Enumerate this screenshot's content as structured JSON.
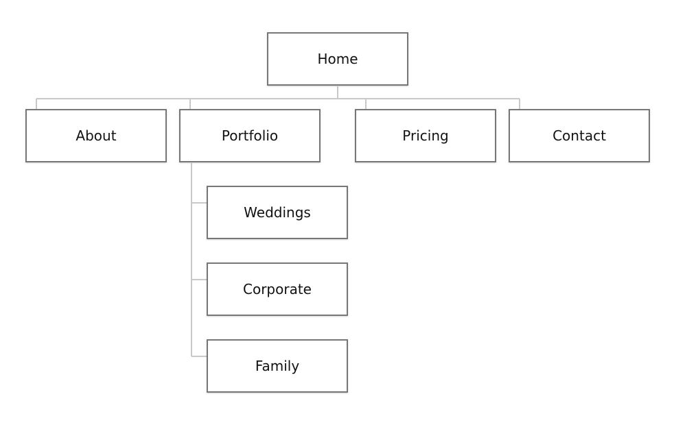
{
  "sitemap": {
    "root": {
      "label": "Home"
    },
    "pages": [
      {
        "label": "About"
      },
      {
        "label": "Portfolio",
        "children": [
          {
            "label": "Weddings"
          },
          {
            "label": "Corporate"
          },
          {
            "label": "Family"
          }
        ]
      },
      {
        "label": "Pricing"
      },
      {
        "label": "Contact"
      }
    ]
  },
  "colors": {
    "node_border": "#777777",
    "connector": "#c8c8c8",
    "text": "#111111",
    "background": "#ffffff"
  }
}
